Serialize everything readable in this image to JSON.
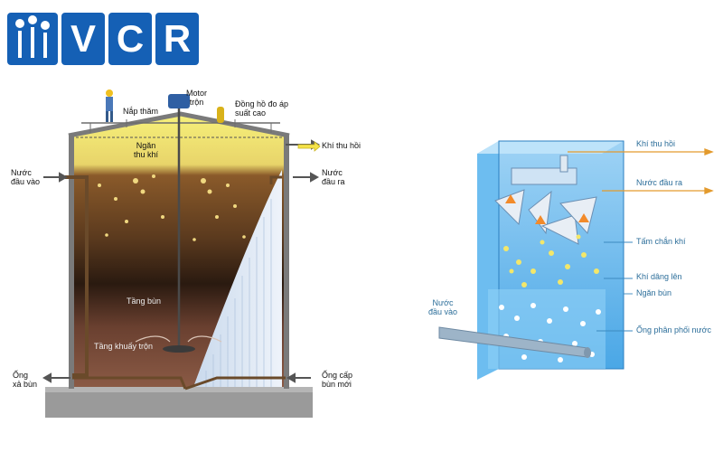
{
  "logo": {
    "letters": [
      "V",
      "C",
      "R"
    ],
    "brand_color": "#1560b5"
  },
  "left_diagram": {
    "labels": {
      "nap_tham": "Nắp thăm",
      "motor": "Motor\ntrộn",
      "dong_ho": "Đồng hồ đo áp\nsuất cao",
      "ngan_thu_khi": "Ngăn\nthu khí",
      "khi_thu_hoi": "Khí thu hồi",
      "nuoc_dau_vao": "Nước\nđầu vào",
      "nuoc_dau_ra": "Nước\nđầu ra",
      "tang_bun": "Tầng bùn",
      "tang_khuay_tron": "Tầng khuấy trộn",
      "ong_xa_bun": "Ống\nxả bùn",
      "ong_cap_bun_moi": "Ống cấp\nbùn mới"
    }
  },
  "right_diagram": {
    "labels": {
      "khi_thu_hoi": "Khí thu hồi",
      "nuoc_dau_ra": "Nước đầu ra",
      "tam_chan_khi": "Tấm chắn khí",
      "khi_dang_len": "Khí dâng lên",
      "ngan_bun": "Ngăn bùn",
      "ong_phan_phoi_nuoc": "Ống phân phối nước",
      "nuoc_dau_vao": "Nước\nđầu vào"
    }
  }
}
